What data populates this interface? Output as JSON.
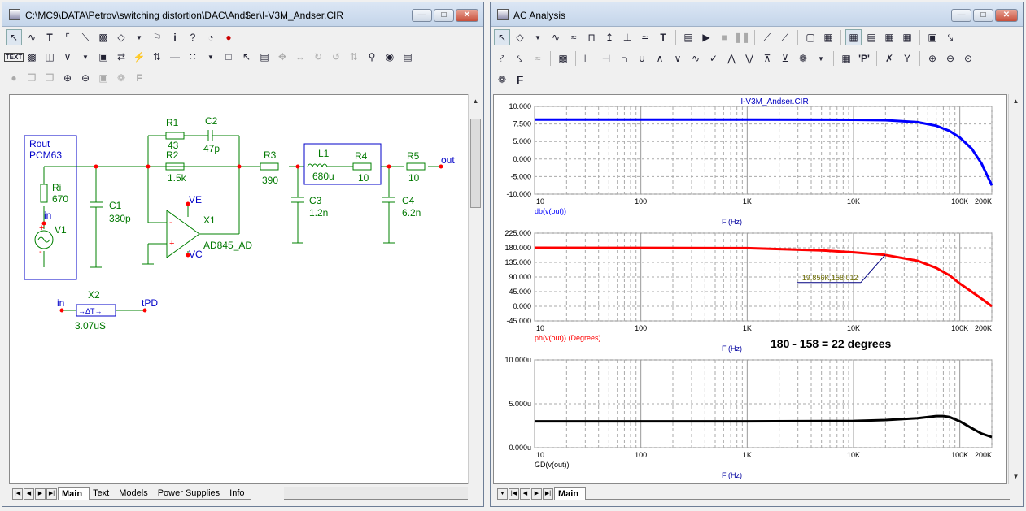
{
  "schematic_window": {
    "title": "C:\\MC9\\DATA\\Petrov\\switching distortion\\DAC\\And$er\\I-V3M_Andser.CIR",
    "tabs": [
      "Main",
      "Text",
      "Models",
      "Power Supplies",
      "Info"
    ],
    "active_tab": "Main",
    "toolbar_text_button": "TEXT",
    "components": {
      "rout_label": "Rout",
      "rout_model": "PCM63",
      "ri_name": "Ri",
      "ri_value": "670",
      "v1_name": "V1",
      "node_in": "in",
      "r1_name": "R1",
      "r1_value": "43",
      "c2_name": "C2",
      "c2_value": "47p",
      "r2_name": "R2",
      "r2_value": "1.5k",
      "c1_name": "C1",
      "c1_value": "330p",
      "ve_label": "VE",
      "vc_label": "VC",
      "x1_name": "X1",
      "x1_model": "AD845_AD",
      "r3_name": "R3",
      "r3_value": "390",
      "c3_name": "C3",
      "c3_value": "1.2n",
      "l1_name": "L1",
      "l1_value": "680u",
      "r4_name": "R4",
      "r4_value": "10",
      "c4_name": "C4",
      "c4_value": "6.2n",
      "r5_name": "R5",
      "r5_value": "10",
      "node_out": "out",
      "x2_name": "X2",
      "x2_symbol": "→ΔT→",
      "x2_value": "3.07uS",
      "x2_in": "in",
      "x2_out": "tPD"
    }
  },
  "analysis_window": {
    "title": "AC Analysis",
    "tabs": [
      "Main"
    ],
    "active_tab": "Main",
    "plot_title": "I-V3M_Andser.CIR",
    "x_ticks": [
      "10",
      "100",
      "1K",
      "10K",
      "100K",
      "200K"
    ],
    "x_label": "F (Hz)",
    "plot1": {
      "y_ticks": [
        "10.000",
        "7.500",
        "5.000",
        "0.000",
        "-5.000",
        "-10.000"
      ],
      "ylabel": "db(v(out))",
      "color": "#0000ff"
    },
    "plot2": {
      "y_ticks": [
        "225.000",
        "180.000",
        "135.000",
        "90.000",
        "45.000",
        "0.000",
        "-45.000"
      ],
      "ylabel": "ph(v(out)) (Degrees)",
      "color": "#ff0000",
      "cursor_label": "19.856K,158.012",
      "annotation": "180 - 158 = 22 degrees"
    },
    "plot3": {
      "y_ticks": [
        "10.000u",
        "5.000u",
        "0.000u"
      ],
      "ylabel": "GD(v(out))",
      "color": "#000000"
    }
  },
  "chart_data": [
    {
      "type": "line",
      "title": "I-V3M_Andser.CIR",
      "xlabel": "F (Hz)",
      "ylabel": "db(v(out))",
      "xscale": "log",
      "xlim": [
        10,
        200000
      ],
      "ylim": [
        -10,
        10
      ],
      "grid": true,
      "series": [
        {
          "name": "db(v(out))",
          "color": "#0000ff",
          "x": [
            10,
            100,
            1000,
            10000,
            20000,
            40000,
            60000,
            80000,
            100000,
            130000,
            160000,
            200000
          ],
          "y": [
            7.0,
            7.0,
            7.0,
            6.95,
            6.85,
            6.4,
            5.6,
            4.4,
            2.9,
            0.3,
            -3.0,
            -8.0
          ]
        }
      ]
    },
    {
      "type": "line",
      "xlabel": "F (Hz)",
      "ylabel": "ph(v(out)) (Degrees)",
      "xscale": "log",
      "xlim": [
        10,
        200000
      ],
      "ylim": [
        -45,
        225
      ],
      "grid": true,
      "series": [
        {
          "name": "ph(v(out)) (Degrees)",
          "color": "#ff0000",
          "x": [
            10,
            100,
            1000,
            5000,
            10000,
            19856,
            40000,
            60000,
            80000,
            100000,
            150000,
            200000
          ],
          "y": [
            180,
            179.8,
            179,
            172,
            166,
            158,
            140,
            118,
            95,
            70,
            30,
            0
          ]
        }
      ]
    },
    {
      "type": "line",
      "xlabel": "F (Hz)",
      "ylabel": "GD(v(out))",
      "xscale": "log",
      "xlim": [
        10,
        200000
      ],
      "ylim": [
        0,
        10
      ],
      "grid": true,
      "series": [
        {
          "name": "GD(v(out))",
          "color": "#000000",
          "x": [
            10,
            100,
            1000,
            10000,
            20000,
            40000,
            60000,
            70000,
            80000,
            100000,
            130000,
            160000,
            200000
          ],
          "y": [
            3.0,
            3.0,
            3.0,
            3.05,
            3.15,
            3.35,
            3.6,
            3.6,
            3.5,
            3.0,
            2.2,
            1.6,
            1.2
          ]
        }
      ]
    }
  ]
}
